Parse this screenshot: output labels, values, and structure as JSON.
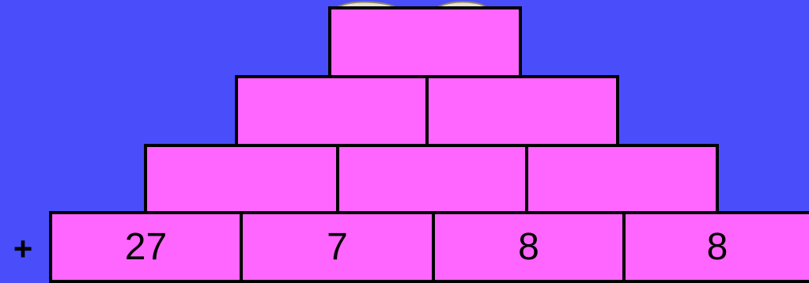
{
  "operator": "+",
  "pyramid": {
    "row1": [
      "",
      "",
      "",
      ""
    ],
    "row2": [
      "",
      "",
      ""
    ],
    "row3": [
      "",
      ""
    ],
    "row4": [
      ""
    ],
    "base": [
      "27",
      "7",
      "8",
      "8"
    ]
  }
}
